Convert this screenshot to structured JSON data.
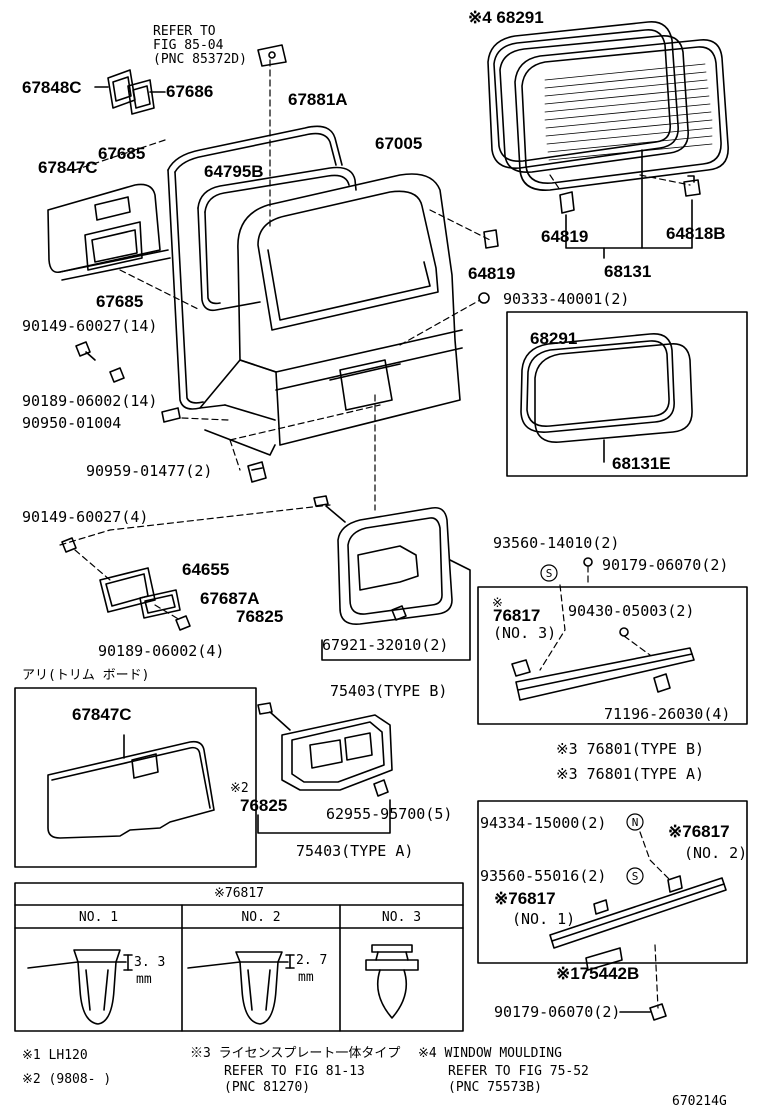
{
  "refs": {
    "fig8504": [
      "REFER TO",
      "FIG 85-04",
      "(PNC 85372D)"
    ],
    "fig8113": [
      "REFER TO FIG 81-13",
      "(PNC 81270)"
    ],
    "fig7552": [
      "REFER TO FIG 75-52",
      "(PNC 75573B)"
    ]
  },
  "parts": {
    "p68291_top": "※4 68291",
    "p67848C": "67848C",
    "p67686": "67686",
    "p67881A": "67881A",
    "p67005": "67005",
    "p67847C_a": "67847C",
    "p67685_a": "67685",
    "p64795B": "64795B",
    "p64819_a": "64819",
    "p64818B": "64818B",
    "p68131": "68131",
    "p64819_b": "64819",
    "p90333": "90333-40001(2)",
    "p67685_b": "67685",
    "p90149_14": "90149-60027(14)",
    "p68291_b": "68291",
    "p90189_14": "90189-06002(14)",
    "p90950": "90950-01004",
    "p68131E": "68131E",
    "p90959": "90959-01477(2)",
    "p90149_4": "90149-60027(4)",
    "p93560_14010": "93560-14010(2)",
    "p90179_top": "90179-06070(2)",
    "p64655": "64655",
    "p67687A": "67687A",
    "p76825_a": "76825",
    "p76817_mark": "※",
    "p76817_no3": "76817",
    "p76817_no3_sub": "(NO. 3)",
    "p90430": "90430-05003(2)",
    "p90189_4": "90189-06002(4)",
    "p67921": "67921-32010(2)",
    "p71196": "71196-26030(4)",
    "trim_board": "アリ(トリム ボード)",
    "p75403B": "75403(TYPE B)",
    "p67847C_b": "67847C",
    "p76801B": "※3 76801(TYPE B)",
    "p76801A": "※3 76801(TYPE A)",
    "p76825_b_mark": "※2",
    "p76825_b": "76825",
    "p62955": "62955-95700(5)",
    "p94334": "94334-15000(2)",
    "p76817_no2": "※76817",
    "p76817_no2_sub": "(NO. 2)",
    "p75403A": "75403(TYPE A)",
    "p93560_55016": "93560-55016(2)",
    "p76817_no1": "※76817",
    "p76817_no1_sub": "(NO. 1)",
    "p75442B": "※175442B",
    "p90179_bottom": "90179-06070(2)"
  },
  "circle_marks": {
    "s1": "S",
    "s2": "S",
    "n": "N"
  },
  "clip_table": {
    "title": "※76817",
    "columns": [
      "NO. 1",
      "NO. 2",
      "NO. 3"
    ],
    "dim1": "3. 3",
    "dim2": "2. 7",
    "unit": "mm"
  },
  "footnotes": {
    "n1": "※1 LH120",
    "n2": "※2 (9808-        )",
    "n3": "※3 ライセンスプレート一体タイプ",
    "n4": "※4 WINDOW MOULDING"
  },
  "figure_id": "670214G"
}
